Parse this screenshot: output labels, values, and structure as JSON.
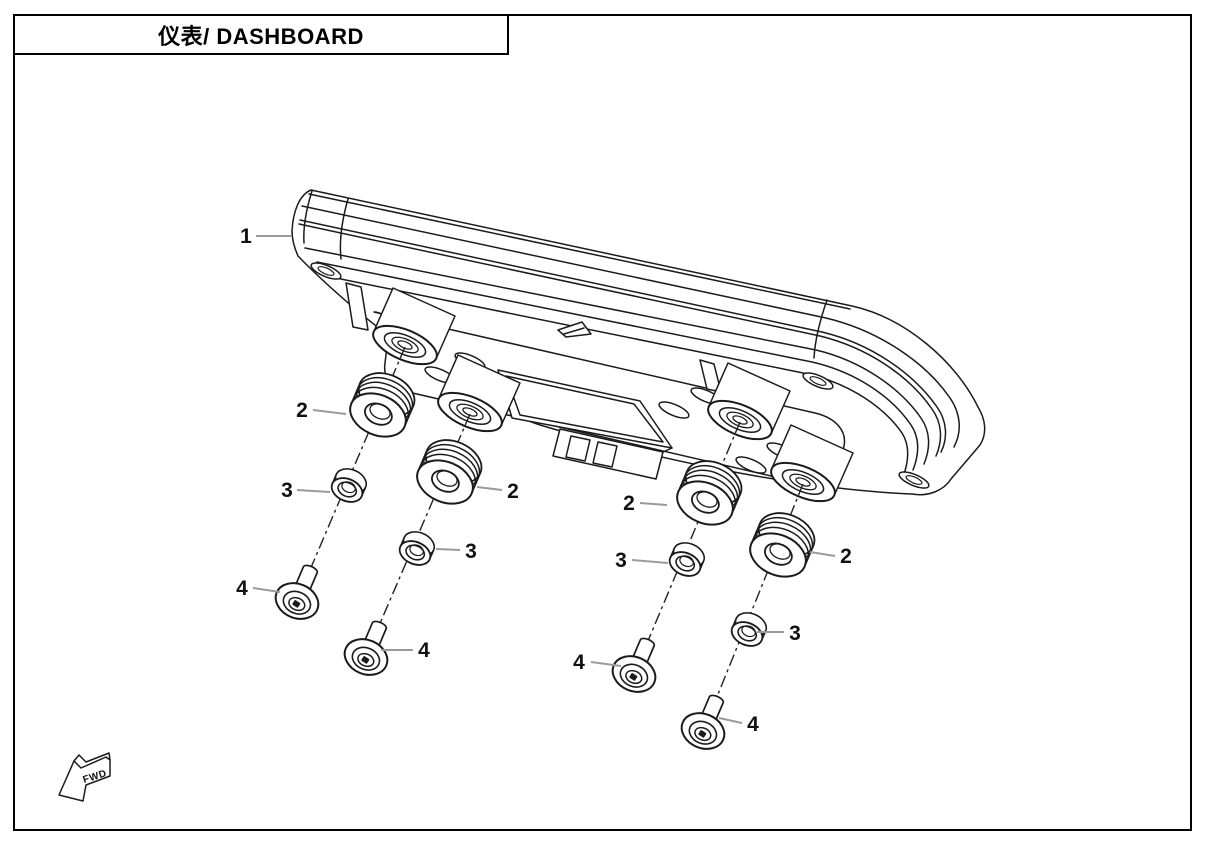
{
  "title_block": {
    "title": "仪表/ DASHBOARD"
  },
  "direction_marker": {
    "label": "FWD"
  },
  "colors": {
    "background": "#ffffff",
    "border": "#000000",
    "drawing_line": "#1b1b1b",
    "leader_line": "#9a9a9a",
    "callout_text": "#111111"
  },
  "diagram": {
    "parts": [
      {
        "ref": "1",
        "name": "dashboard-assembly",
        "quantity_shown": 1
      },
      {
        "ref": "2",
        "name": "rubber-grommet",
        "quantity_shown": 4
      },
      {
        "ref": "3",
        "name": "spacer-bushing",
        "quantity_shown": 4
      },
      {
        "ref": "4",
        "name": "socket-screw",
        "quantity_shown": 4
      }
    ],
    "callouts": [
      {
        "label": "1"
      },
      {
        "label": "2"
      },
      {
        "label": "3"
      },
      {
        "label": "4"
      },
      {
        "label": "2"
      },
      {
        "label": "3"
      },
      {
        "label": "4"
      },
      {
        "label": "2"
      },
      {
        "label": "3"
      },
      {
        "label": "4"
      },
      {
        "label": "2"
      },
      {
        "label": "3"
      },
      {
        "label": "4"
      }
    ]
  }
}
